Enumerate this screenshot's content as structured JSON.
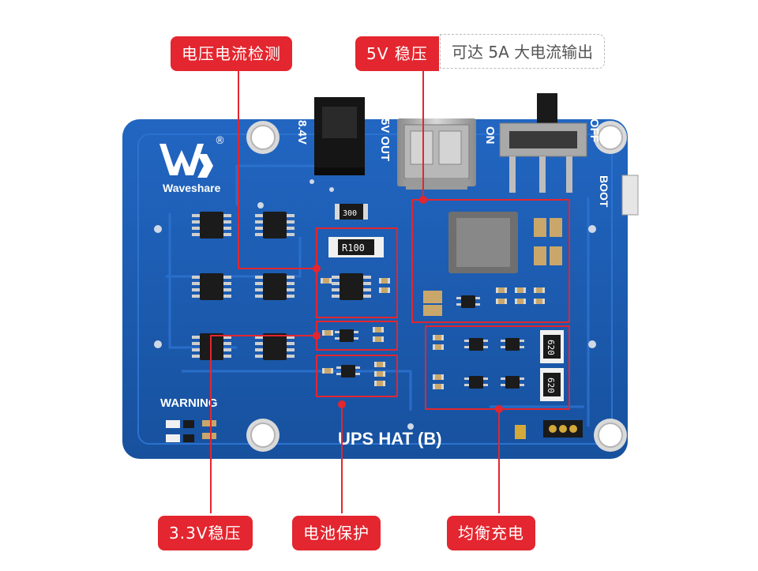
{
  "callouts": {
    "current_sense": "电压电流检测",
    "regulator_5v": "5V 稳压",
    "regulator_5v_note": "可达 5A 大电流输出",
    "regulator_3v3": "3.3V稳压",
    "battery_protect": "电池保护",
    "balance_charge": "均衡充电"
  },
  "board": {
    "brand": "Waveshare",
    "registered_mark": "®",
    "model": "UPS HAT (B)",
    "warning": "WARNING",
    "label_84v": "8.4V",
    "label_5vout": "5V OUT",
    "label_on": "ON",
    "label_off": "OFF",
    "label_boot": "BOOT",
    "resistor_r100": "R100",
    "resistor_300": "300",
    "resistor_620a": "620",
    "resistor_620b": "620"
  },
  "colors": {
    "pcb": "#1d5fb8",
    "pcb_dark": "#17519e",
    "callout": "#e3262f",
    "silk": "#ffffff"
  }
}
